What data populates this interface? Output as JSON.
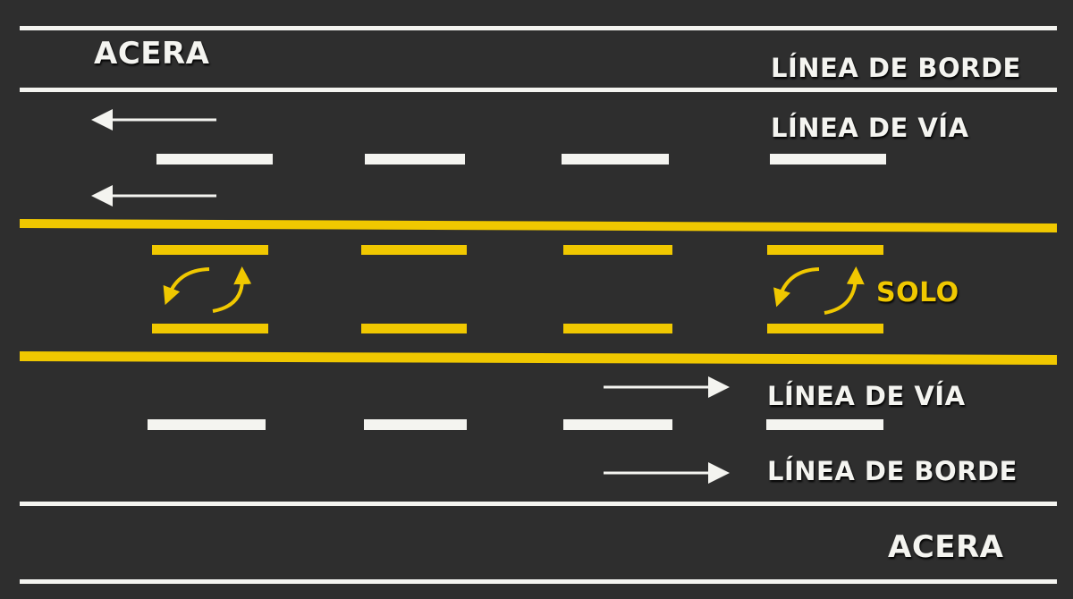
{
  "labels": {
    "top_sidewalk": "ACERA",
    "top_edge_line": "LÍNEA DE BORDE",
    "top_lane_line": "LÍNEA DE VÍA",
    "center_only": "SOLO",
    "bottom_lane_line": "LÍNEA DE VÍA",
    "bottom_edge_line": "LÍNEA DE BORDE",
    "bottom_sidewalk": "ACERA"
  },
  "colors": {
    "asphalt": "#2e2e2e",
    "white_marking": "#f4f4f0",
    "yellow_marking": "#f0c800"
  }
}
